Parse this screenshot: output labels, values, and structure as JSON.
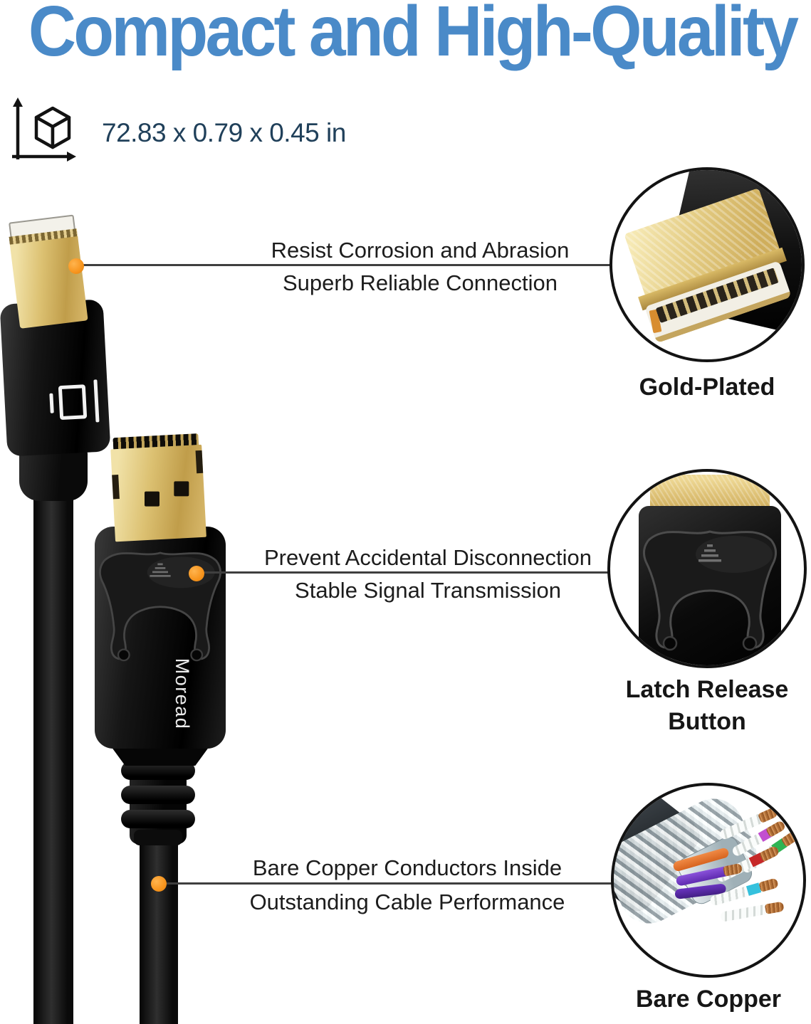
{
  "title": {
    "text": "Compact and High-Quality",
    "color": "#4a8ac8"
  },
  "dimensions": {
    "text": "72.83 x 0.79 x 0.45 in",
    "icon": "cube-dimensions-icon",
    "color": "#20405a"
  },
  "product": {
    "brand": "Moread"
  },
  "callouts": [
    {
      "top": "Resist Corrosion and Abrasion",
      "bottom": "Superb Reliable Connection"
    },
    {
      "top": "Prevent Accidental Disconnection",
      "bottom": "Stable Signal Transmission"
    },
    {
      "top": "Bare Copper Conductors Inside",
      "bottom": "Outstanding Cable Performance"
    }
  ],
  "details": [
    {
      "label": "Gold-Plated",
      "icon": "gold-plated-connector-photo"
    },
    {
      "label": "Latch Release Button",
      "icon": "latch-release-button-photo"
    },
    {
      "label": "Bare Copper",
      "icon": "bare-copper-wires-photo"
    }
  ],
  "colors": {
    "title_blue": "#4a8ac8",
    "dimension_navy": "#20405a",
    "callout_text": "#1c1c1c",
    "callout_line": "#3f3f3f",
    "marker_orange": "#f7941d",
    "connector_gold": "#dcc172",
    "connector_black": "#111111",
    "label_black": "#161616"
  }
}
